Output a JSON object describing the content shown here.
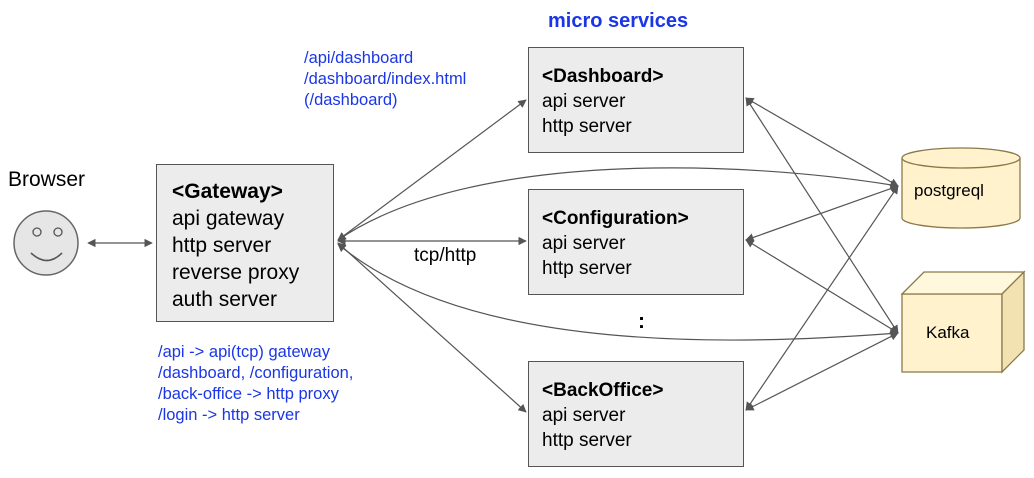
{
  "title": "micro services",
  "browser": {
    "label": "Browser"
  },
  "gateway": {
    "title": "<Gateway>",
    "lines": [
      "api gateway",
      "http server",
      "reverse proxy",
      "auth server"
    ]
  },
  "services": [
    {
      "title": "<Dashboard>",
      "lines": [
        "api server",
        "http server"
      ]
    },
    {
      "title": "<Configuration>",
      "lines": [
        "api server",
        "http server"
      ]
    },
    {
      "title": "<BackOffice>",
      "lines": [
        "api server",
        "http server"
      ]
    }
  ],
  "ellipsis": ":",
  "dashboard_routes": [
    "/api/dashboard",
    "/dashboard/index.html",
    "(/dashboard)"
  ],
  "gateway_routes": [
    "/api -> api(tcp) gateway",
    "/dashboard, /configuration,",
    "/back-office -> http proxy",
    "/login -> http server"
  ],
  "edge_label": "tcp/http",
  "stores": {
    "postgres": {
      "label": "postgreql",
      "icon": "database-cylinder-icon"
    },
    "kafka": {
      "label": "Kafka",
      "icon": "cube-icon"
    }
  },
  "colors": {
    "accent_text": "#1a36e6",
    "box_fill": "#ececec",
    "box_border": "#555555",
    "store_fill": "#fff2cc",
    "store_border": "#8a7a4a",
    "arrow": "#555555"
  }
}
